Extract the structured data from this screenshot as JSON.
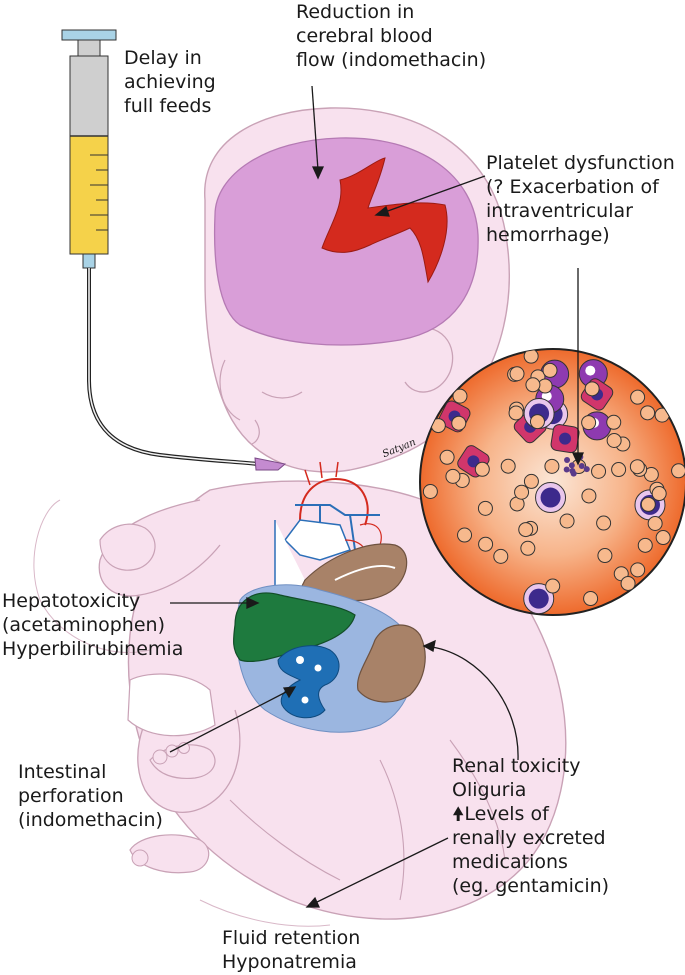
{
  "annotations": {
    "feeds": {
      "lines": [
        "Delay in",
        "achieving",
        "full feeds"
      ]
    },
    "cerebral": {
      "lines": [
        "Reduction in",
        "cerebral blood",
        "flow (indomethacin)"
      ]
    },
    "platelet": {
      "lines": [
        "Platelet dysfunction",
        "(? Exacerbation of",
        "intraventricular",
        "hemorrhage)"
      ]
    },
    "hepato": {
      "lines": [
        "Hepatotoxicity",
        "(acetaminophen)",
        "Hyperbilirubinemia"
      ]
    },
    "intestinal": {
      "lines": [
        "Intestinal",
        "perforation",
        "(indomethacin)"
      ]
    },
    "renal": {
      "lines": [
        "Renal toxicity",
        "Oliguria",
        "Levels of",
        "renally excreted",
        "medications",
        "(eg. gentamicin)"
      ]
    },
    "fluid": {
      "lines": [
        "Fluid retention",
        "Hyponatremia"
      ]
    }
  },
  "signature": "Satyan",
  "icons": {
    "increase_arrow": "up-arrow-icon"
  },
  "colors": {
    "skin": "#f8e1ee",
    "skin_outline": "#c9a2b6",
    "brain": "#d99ed8",
    "hemorrhage": "#d42a1e",
    "feed": "#f5d24a",
    "syringe_barrel": "#cfcfcf",
    "syringe_plunger": "#a9d3e6",
    "liver": "#1e7a3e",
    "intestine": "#1f6fb5",
    "kidney": "#a88268",
    "gut_area": "#9bb6e0",
    "blood_field": "#f07a3c",
    "rbc": "#f7b98d",
    "neutrophil": "#d1366b",
    "lymphocyte": "#3d2a8c",
    "monocyte": "#8e3ab0"
  }
}
